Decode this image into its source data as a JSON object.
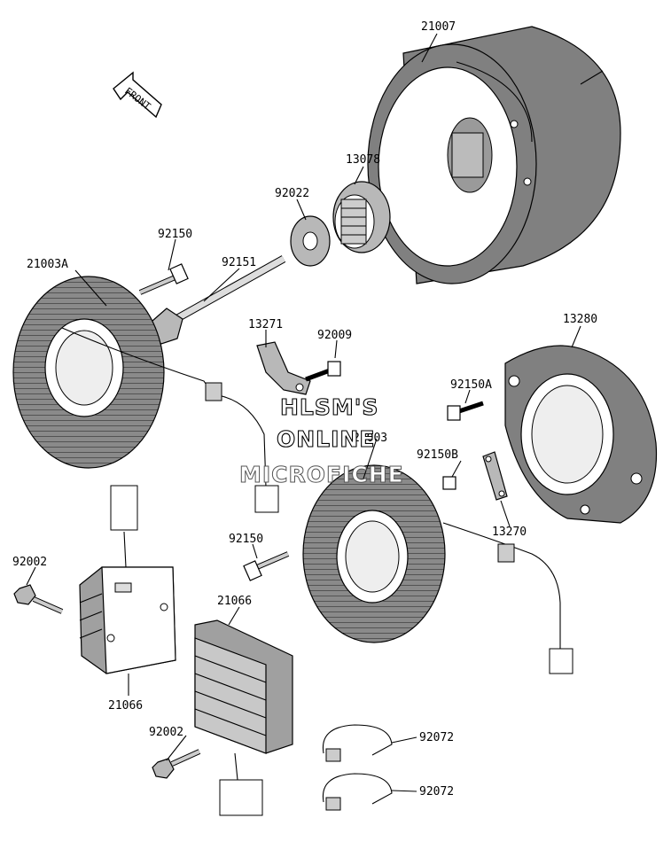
{
  "direction_label": "FRONT",
  "watermark": [
    "HLSM'S",
    "ONLINE",
    "MICROFICHE"
  ],
  "parts": [
    {
      "id": "flywheel",
      "number": "21007"
    },
    {
      "id": "starter-gear",
      "number": "13078"
    },
    {
      "id": "washer",
      "number": "92022"
    },
    {
      "id": "bolt-top",
      "number": "92150"
    },
    {
      "id": "long-bolt",
      "number": "92151"
    },
    {
      "id": "stator-left",
      "number": "21003A"
    },
    {
      "id": "plate-bracket",
      "number": "13271"
    },
    {
      "id": "small-bolt",
      "number": "92009"
    },
    {
      "id": "cover",
      "number": "13280"
    },
    {
      "id": "bolt-a",
      "number": "92150A"
    },
    {
      "id": "bolt-b",
      "number": "92150B"
    },
    {
      "id": "stator-center",
      "number": "21003"
    },
    {
      "id": "clamp-plate",
      "number": "13270"
    },
    {
      "id": "bolt-mid",
      "number": "92150"
    },
    {
      "id": "bolt-left",
      "number": "92002"
    },
    {
      "id": "regulator-left",
      "number": "21066"
    },
    {
      "id": "regulator-right",
      "number": "21066"
    },
    {
      "id": "bolt-bottom",
      "number": "92002"
    },
    {
      "id": "band-1",
      "number": "92072"
    },
    {
      "id": "band-2",
      "number": "92072"
    }
  ]
}
